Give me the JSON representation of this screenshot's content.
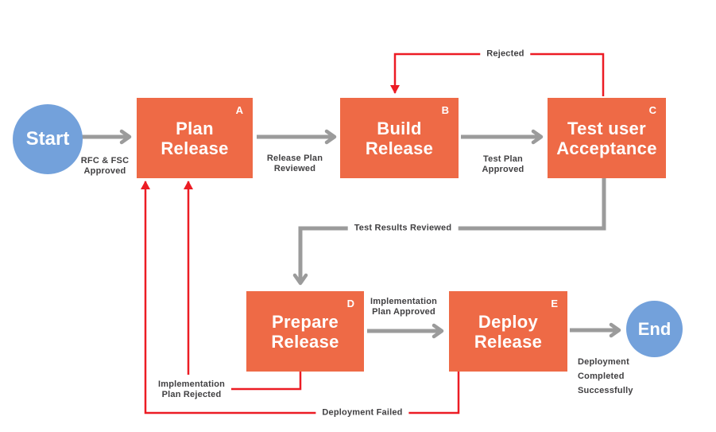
{
  "colors": {
    "node-orange": "#ee6a46",
    "node-blue": "#73a1db",
    "edge-gray": "#9b9b9b",
    "edge-red": "#ec1c24",
    "label-dark": "#414042",
    "canvas-bg": "#ffffff"
  },
  "nodes": {
    "start": {
      "label": "Start"
    },
    "plan": {
      "label": "Plan\nRelease",
      "badge": "A"
    },
    "build": {
      "label": "Build\nRelease",
      "badge": "B"
    },
    "test": {
      "label": "Test user\nAcceptance",
      "badge": "C"
    },
    "prepare": {
      "label": "Prepare\nRelease",
      "badge": "D"
    },
    "deploy": {
      "label": "Deploy\nRelease",
      "badge": "E"
    },
    "end": {
      "label": "End"
    }
  },
  "edge_labels": {
    "rfc_fsc_approved": "RFC & FSC\nApproved",
    "release_plan_reviewed": "Release Plan\nReviewed",
    "test_plan_approved": "Test Plan\nApproved",
    "rejected": "Rejected",
    "test_results_reviewed": "Test Results Reviewed",
    "implementation_plan_approved": "Implementation\nPlan Approved",
    "implementation_plan_rejected": "Implementation\nPlan Rejected",
    "deployment_failed": "Deployment Failed",
    "deployment_completed": "Deployment\nCompleted\nSuccessfully"
  }
}
